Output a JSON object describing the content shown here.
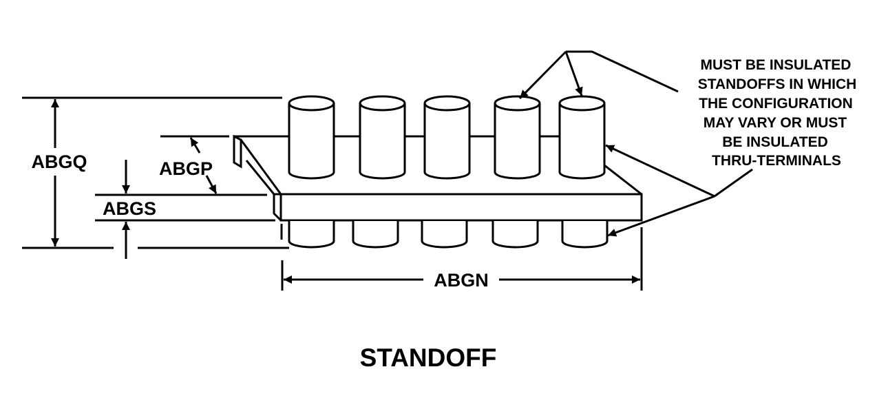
{
  "title": "STANDOFF",
  "dimensions": {
    "overall_height": "ABGQ",
    "standoff_height": "ABGP",
    "board_thickness": "ABGS",
    "length": "ABGN"
  },
  "note_lines": [
    "MUST BE INSULATED",
    "STANDOFFS IN WHICH",
    "THE CONFIGURATION",
    "MAY VARY OR MUST",
    "BE INSULATED",
    "THRU-TERMINALS"
  ],
  "standoff_count": 5
}
